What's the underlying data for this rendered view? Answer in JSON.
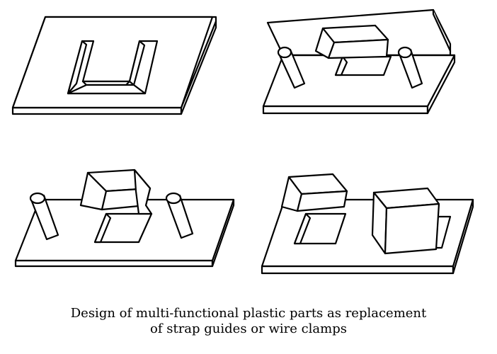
{
  "caption": {
    "line1": "Design of multi-functional plastic parts as replacement",
    "line2": "of strap guides or wire clamps"
  },
  "colors": {
    "line": "#000000",
    "background": "#ffffff"
  },
  "figures": [
    "plate-with-u-slot",
    "bent-plate-with-block-and-pins",
    "plate-with-block-and-pins",
    "plate-with-two-blocks"
  ]
}
